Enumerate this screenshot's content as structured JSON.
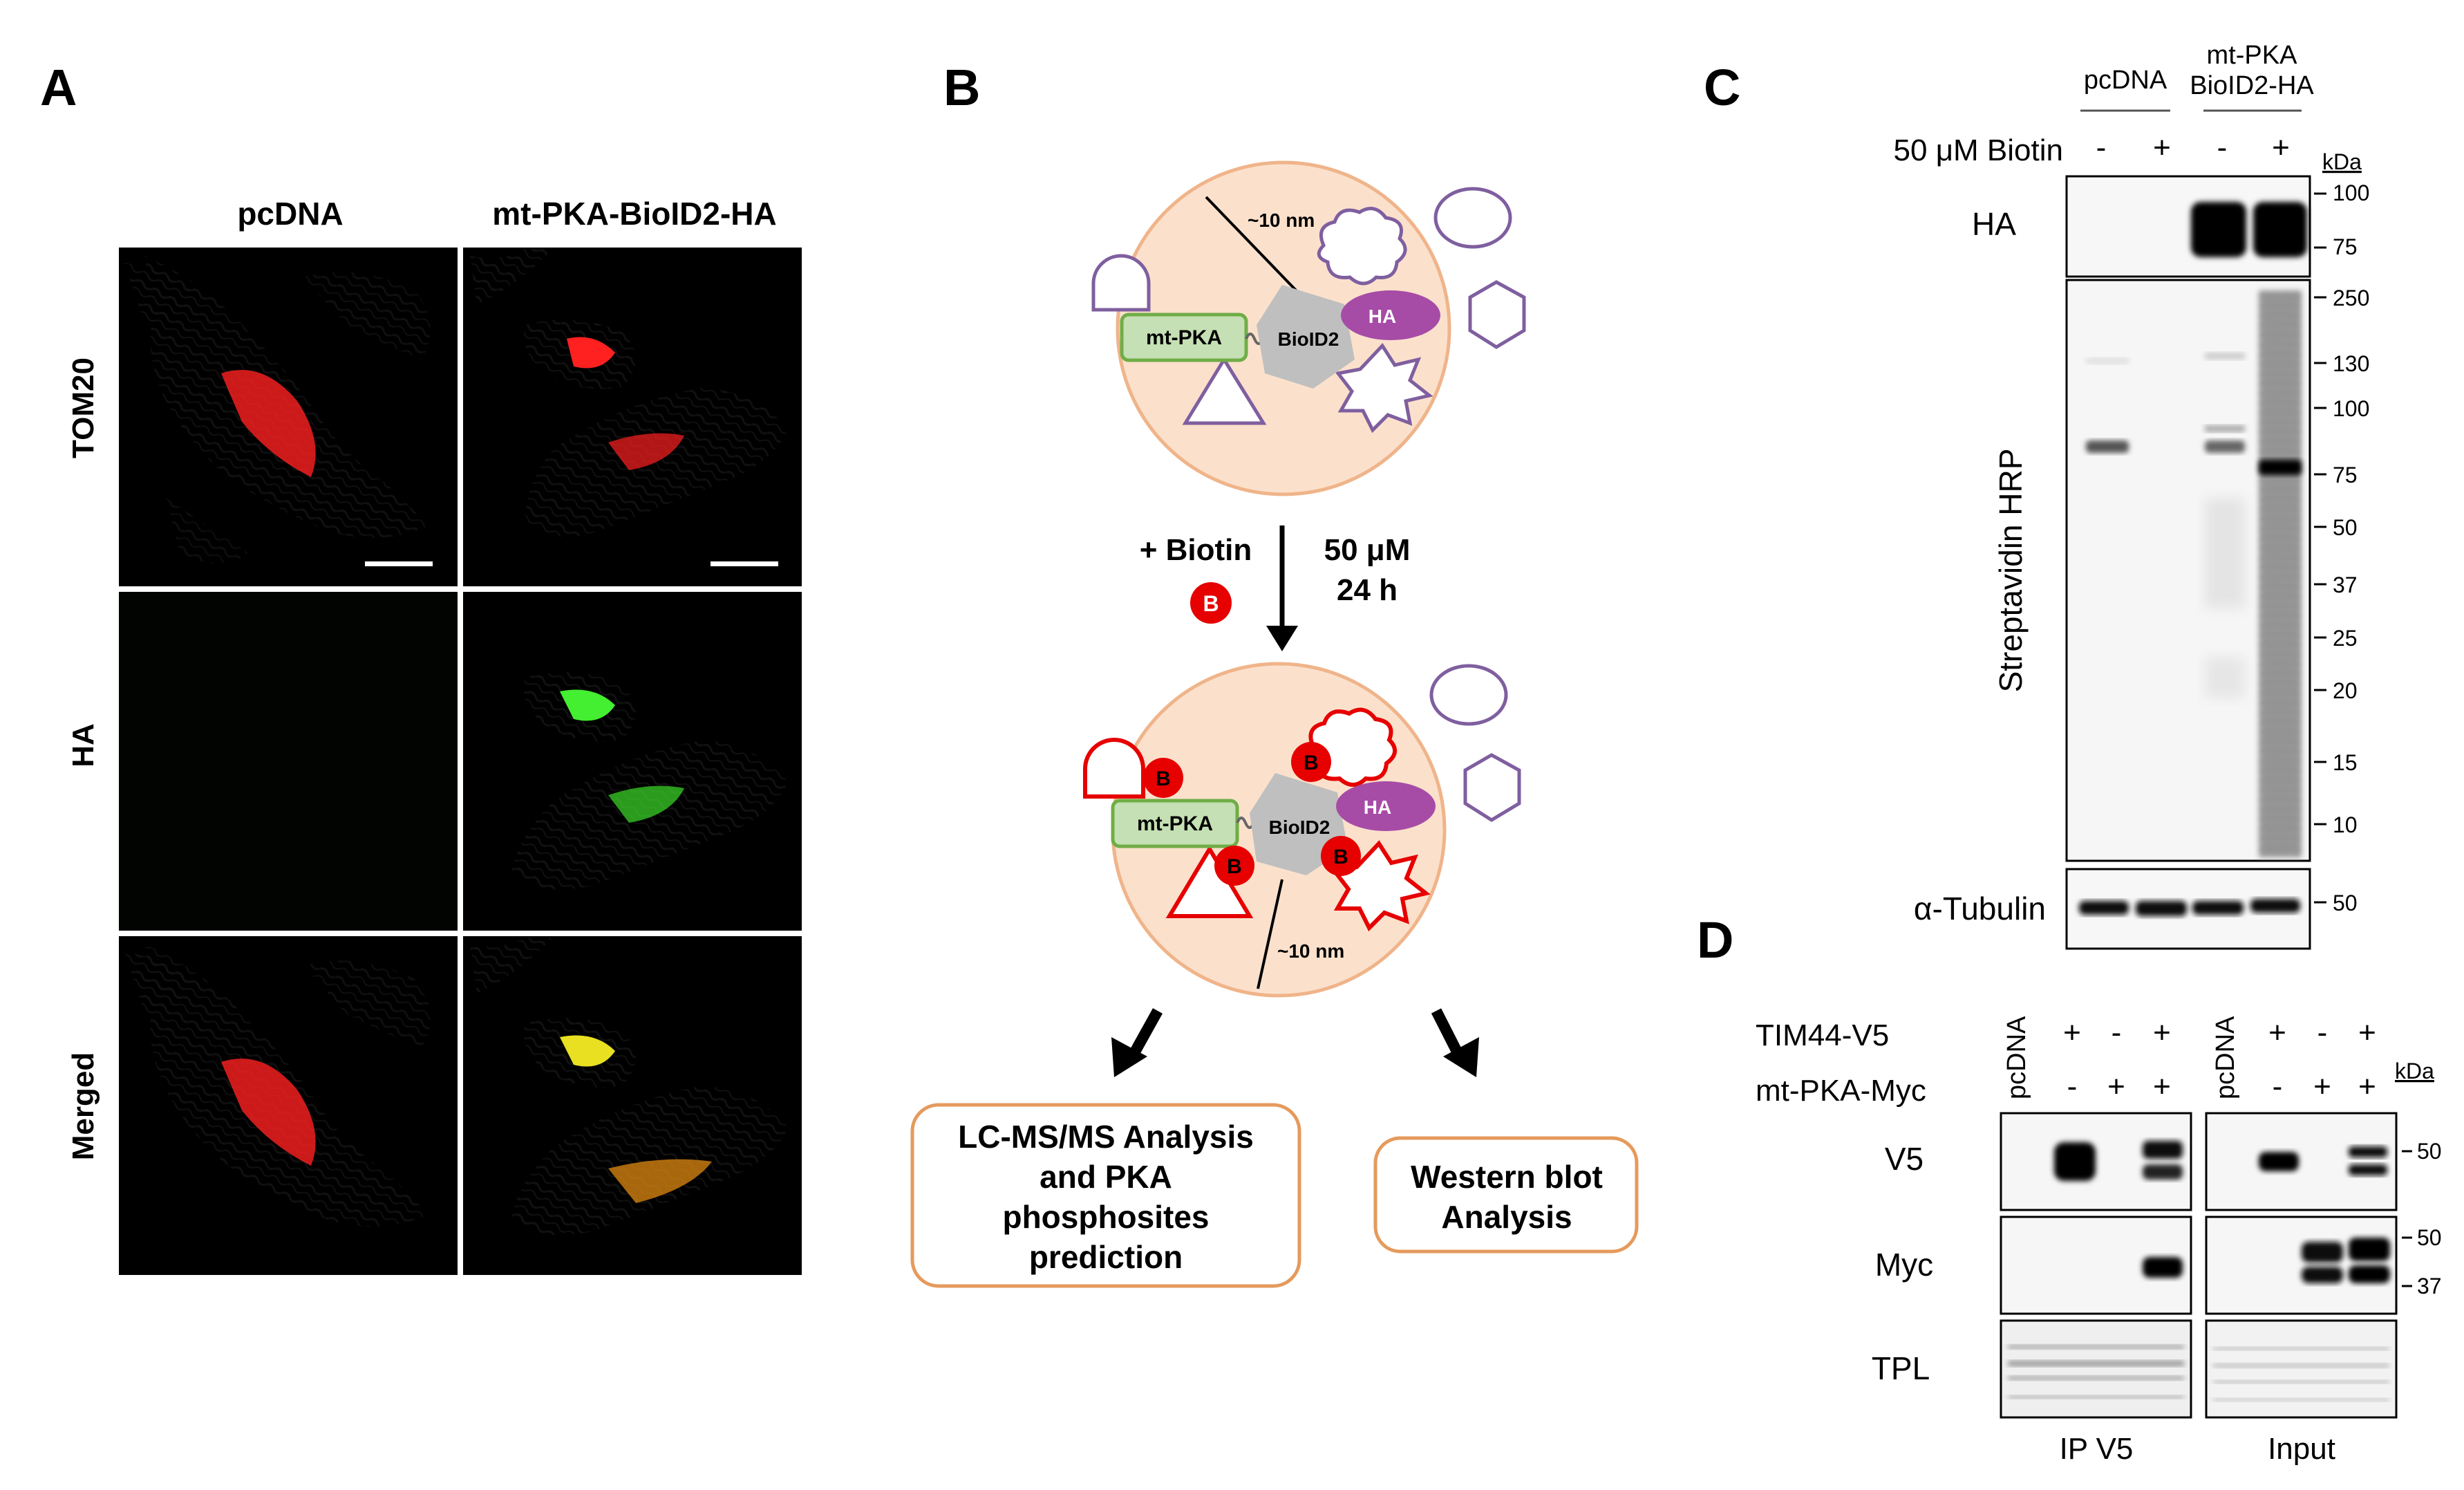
{
  "panelA": {
    "label": "A",
    "col_pcdna": "pcDNA",
    "col_mtpka": "mt-PKA-BioID2-HA",
    "row_tom20": "TOM20",
    "row_ha": "HA",
    "row_merged": "Merged"
  },
  "panelB": {
    "label": "B",
    "top_distance": "~10 nm",
    "bottom_distance": "~10 nm",
    "mtpka": "mt-PKA",
    "bioid2": "BioID2",
    "ha": "HA",
    "biotin": "+ Biotin",
    "conc": "50 μM",
    "time": "24 h",
    "b_letter": "B",
    "box1_line1": "LC-MS/MS Analysis",
    "box1_line2": "and PKA",
    "box1_line3": "phosphosites",
    "box1_line4": "prediction",
    "box2_line1": "Western blot",
    "box2_line2": "Analysis"
  },
  "panelC": {
    "label": "C",
    "group1": "pcDNA",
    "group2_line1": "mt-PKA",
    "group2_line2": "BioID2-HA",
    "treatment": "50 μM Biotin",
    "signs": [
      "-",
      "+",
      "-",
      "+"
    ],
    "kda": "kDa",
    "blot_ha": "HA",
    "blot_strep": "Streptavidin HRP",
    "blot_tub": "α-Tubulin",
    "ha_markers": [
      "100",
      "75"
    ],
    "strep_markers": [
      "250",
      "130",
      "100",
      "75",
      "50",
      "37",
      "25",
      "20",
      "15",
      "10"
    ],
    "tub_marker": "50"
  },
  "panelD": {
    "label": "D",
    "row1": "TIM44-V5",
    "row2": "mt-PKA-Myc",
    "pcdna": "pcDNA",
    "ip_signs_tim44": [
      "+",
      "-",
      "+"
    ],
    "ip_signs_mtpka": [
      "-",
      "+",
      "+"
    ],
    "in_signs_tim44": [
      "+",
      "-",
      "+"
    ],
    "in_signs_mtpka": [
      "-",
      "+",
      "+"
    ],
    "kda": "kDa",
    "blot_v5": "V5",
    "blot_myc": "Myc",
    "blot_tpl": "TPL",
    "v5_marker": "50",
    "myc_markers": [
      "50",
      "37"
    ],
    "ip_label": "IP V5",
    "input_label": "Input"
  },
  "colors": {
    "cell_fill": "#fbe1cc",
    "cell_stroke": "#f0b48a",
    "mtpka_fill": "#c5e0b4",
    "mtpka_stroke": "#70ad47",
    "bioid2_fill": "#bfbfbf",
    "ha_fill": "#a64ca6",
    "prey_outline": "#7f5f9f",
    "biotin_red": "#e60000",
    "box_stroke": "#e59a5c"
  }
}
